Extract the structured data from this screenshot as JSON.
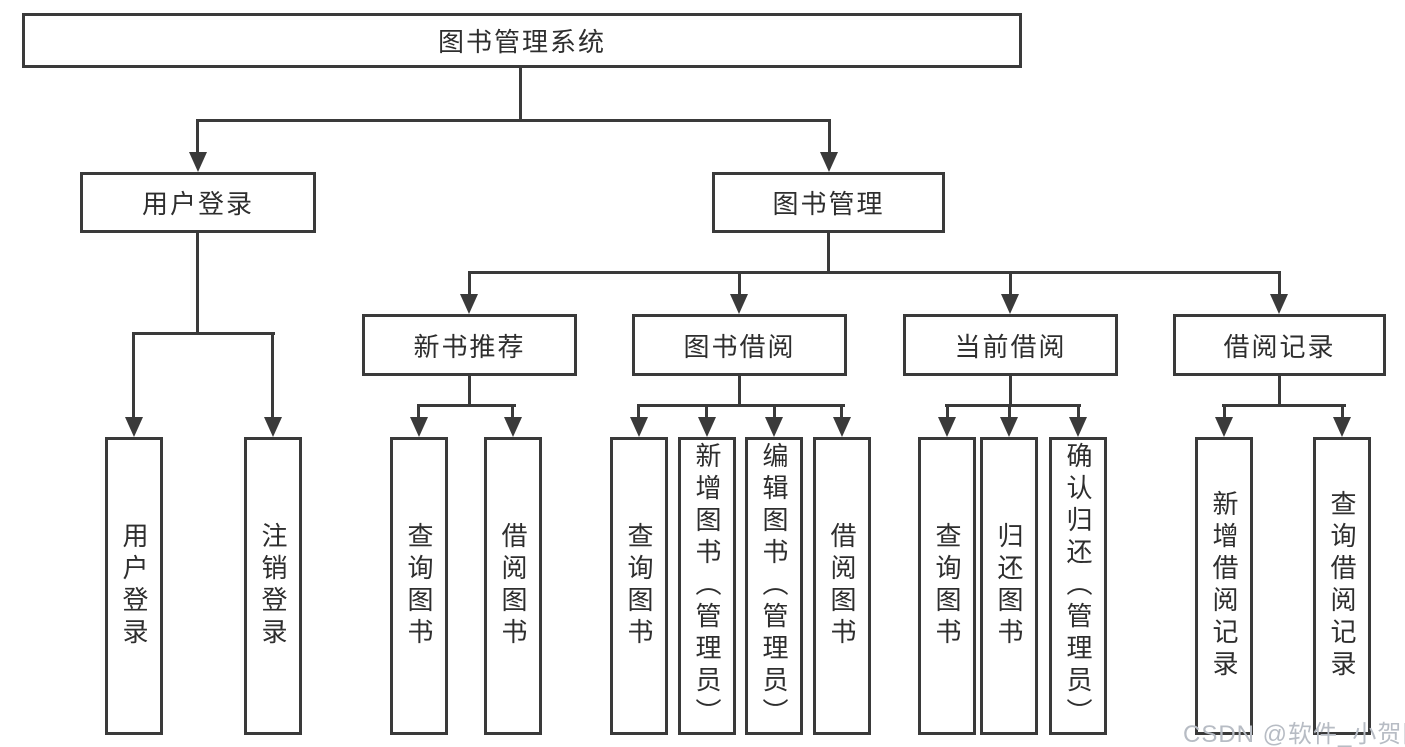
{
  "diagram_type": "function-structure-tree",
  "colors": {
    "line": "#3a3a3a",
    "box-border": "#3a3a3a",
    "box-bg": "#ffffff",
    "text": "#2e2e2e",
    "watermark": "#b7bcc4"
  },
  "tree": {
    "label": "图书管理系统",
    "children": [
      {
        "label": "用户登录",
        "children": [
          {
            "label": "用户登录"
          },
          {
            "label": "注销登录"
          }
        ]
      },
      {
        "label": "图书管理",
        "children": [
          {
            "label": "新书推荐",
            "children": [
              {
                "label": "查询图书"
              },
              {
                "label": "借阅图书"
              }
            ]
          },
          {
            "label": "图书借阅",
            "children": [
              {
                "label": "查询图书"
              },
              {
                "label": "新增图书（管理员）"
              },
              {
                "label": "编辑图书（管理员）"
              },
              {
                "label": "借阅图书"
              }
            ]
          },
          {
            "label": "当前借阅",
            "children": [
              {
                "label": "查询图书"
              },
              {
                "label": "归还图书"
              },
              {
                "label": "确认归还（管理员）"
              }
            ]
          },
          {
            "label": "借阅记录",
            "children": [
              {
                "label": "新增借阅记录"
              },
              {
                "label": "查询借阅记录"
              }
            ]
          }
        ]
      }
    ]
  },
  "watermark": {
    "text": "CSDN @软件_小贺同学"
  }
}
